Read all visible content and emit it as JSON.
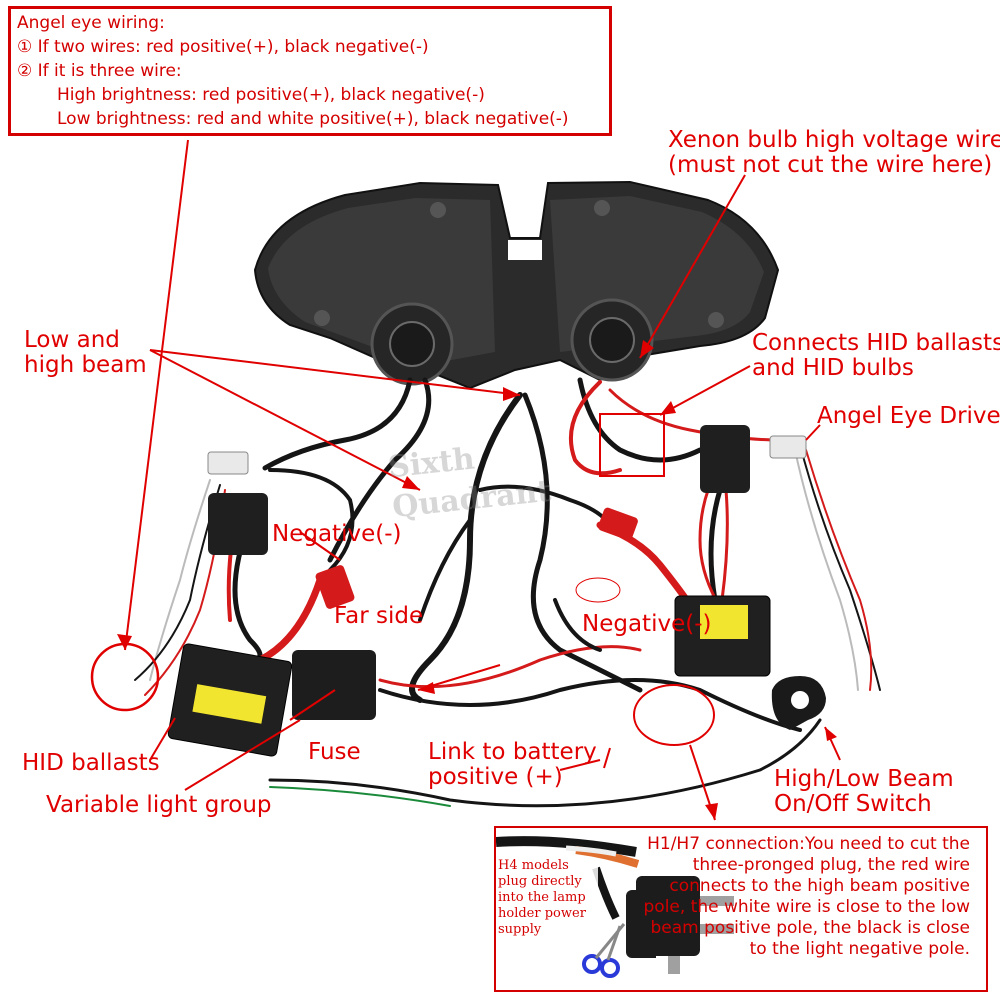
{
  "angel_box": {
    "title": "Angel eye wiring:",
    "line1": "① If two wires: red positive(+), black negative(-)",
    "line2": "② If it is three wire:",
    "line3": "High brightness: red positive(+), black negative(-)",
    "line4": "Low brightness: red and white positive(+), black negative(-)"
  },
  "labels": {
    "xenon_line1": "Xenon bulb high voltage wire",
    "xenon_line2": "(must not cut the wire here)",
    "low_high_line1": "Low and",
    "low_high_line2": "high beam",
    "connects_line1": "Connects HID ballasts",
    "connects_line2": "and HID bulbs",
    "angel_drive": "Angel Eye Drive",
    "negative_left": "Negative(-)",
    "far_side": "Far side",
    "negative_right": "Negative(-)",
    "hid_ballasts": "HID ballasts",
    "fuse": "Fuse",
    "battery_line1": "Link to battery",
    "battery_line2": "positive (+)",
    "variable_group": "Variable light group",
    "switch_line1": "High/Low Beam",
    "switch_line2": "On/Off Switch"
  },
  "h1_box": {
    "text": "H1/H7 connection:You need to cut the three-pronged plug, the red wire connects to the high beam positive pole, the white wire is close to the low beam positive pole, the black is close to the light negative pole.",
    "h4_note": "H4 models plug directly into the lamp holder power supply"
  },
  "watermark": {
    "line1": "Sixth",
    "line2": "Quadrant"
  },
  "colors": {
    "annotation": "#e00000",
    "housing": "#2a2a2a",
    "wire_black": "#151515",
    "wire_red": "#d41a1a",
    "ballast_label": "#f2e530"
  },
  "icons": {
    "scissors": "scissors-icon",
    "plug": "h4-plug-icon"
  }
}
